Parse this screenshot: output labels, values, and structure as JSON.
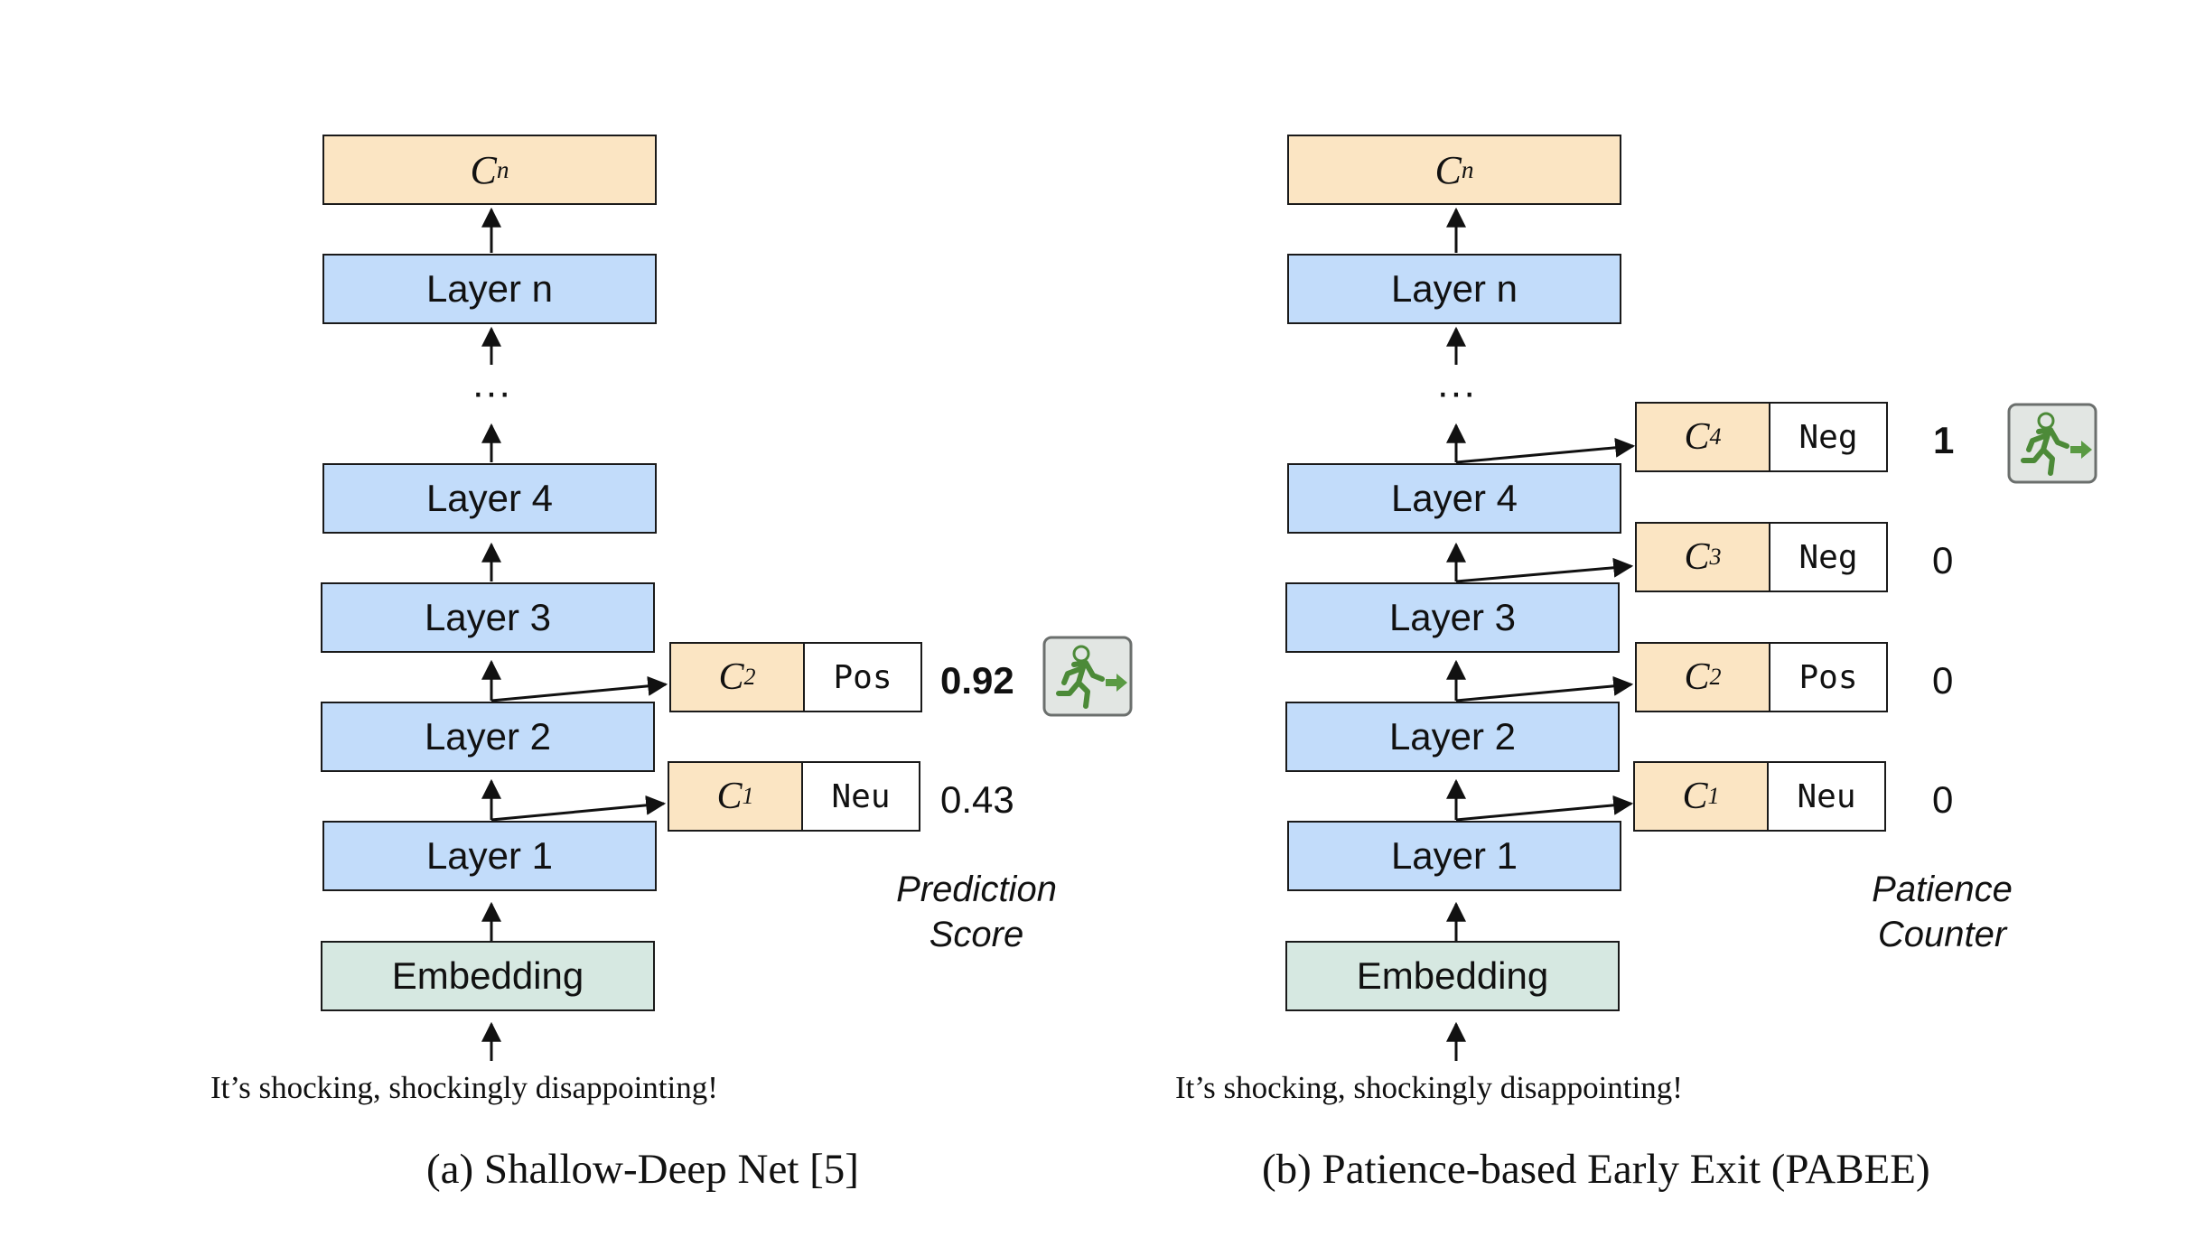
{
  "input_sentence": "It’s shocking, shockingly disappointing!",
  "panel_a": {
    "caption": "(a) Shallow-Deep Net [5]",
    "top_classifier": {
      "letter": "C",
      "subscript": "n"
    },
    "layers": [
      "Layer n",
      "Layer 4",
      "Layer 3",
      "Layer 2",
      "Layer 1"
    ],
    "ellipsis": "···",
    "embedding": "Embedding",
    "classifiers": [
      {
        "letter": "C",
        "subscript": "2",
        "label": "Pos",
        "score": "0.92"
      },
      {
        "letter": "C",
        "subscript": "1",
        "label": "Neu",
        "score": "0.43"
      }
    ],
    "side_label_line1": "Prediction",
    "side_label_line2": "Score"
  },
  "panel_b": {
    "caption": "(b) Patience-based Early Exit (PABEE)",
    "top_classifier": {
      "letter": "C",
      "subscript": "n"
    },
    "layers": [
      "Layer n",
      "Layer 4",
      "Layer 3",
      "Layer 2",
      "Layer 1"
    ],
    "ellipsis": "···",
    "embedding": "Embedding",
    "classifiers": [
      {
        "letter": "C",
        "subscript": "4",
        "label": "Neg",
        "score": "1"
      },
      {
        "letter": "C",
        "subscript": "3",
        "label": "Neg",
        "score": "0"
      },
      {
        "letter": "C",
        "subscript": "2",
        "label": "Pos",
        "score": "0"
      },
      {
        "letter": "C",
        "subscript": "1",
        "label": "Neu",
        "score": "0"
      }
    ],
    "side_label_line1": "Patience",
    "side_label_line2": "Counter"
  },
  "colors": {
    "layer_fill": "#c2dcfa",
    "classifier_fill": "#fbe5c3",
    "embedding_fill": "#d6e8e1",
    "exit_icon_green": "#5a9a43",
    "exit_icon_bg": "#e2e6e3"
  },
  "icons": [
    "exit-sign-icon"
  ]
}
